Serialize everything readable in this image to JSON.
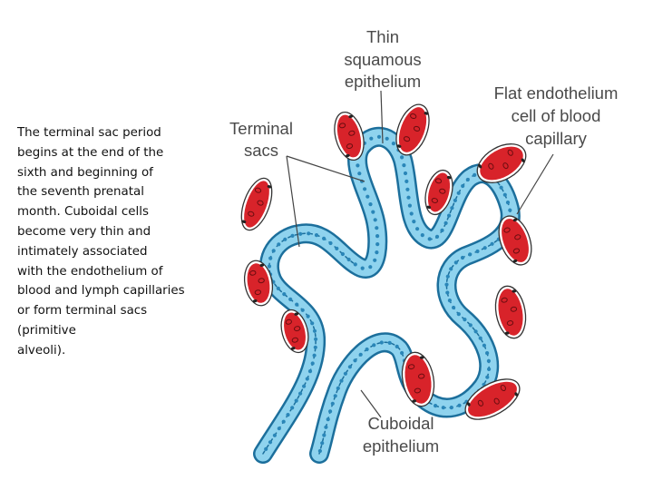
{
  "description_lines": [
    "The terminal sac period",
    "begins at the end of the",
    "sixth and beginning of",
    "the seventh prenatal",
    "month. Cuboidal cells",
    "become very thin and",
    "intimately associated",
    "with the endothelium of",
    "blood and lymph capillaries",
    "or form terminal sacs",
    "(primitive",
    "alveoli)."
  ],
  "labels": {
    "thin_squamous": [
      "Thin",
      "squamous",
      "epithelium"
    ],
    "flat_endothelium": [
      "Flat endothelium",
      "cell of blood",
      "capillary"
    ],
    "terminal_sacs": [
      "Terminal",
      "sacs"
    ],
    "cuboidal": [
      "Cuboidal",
      "epithelium"
    ]
  },
  "colors": {
    "epithelium_fill": "#8fd3ee",
    "epithelium_edge": "#1c6f9c",
    "capillary_red": "#d8232a",
    "label_text": "#4a4a4a"
  }
}
